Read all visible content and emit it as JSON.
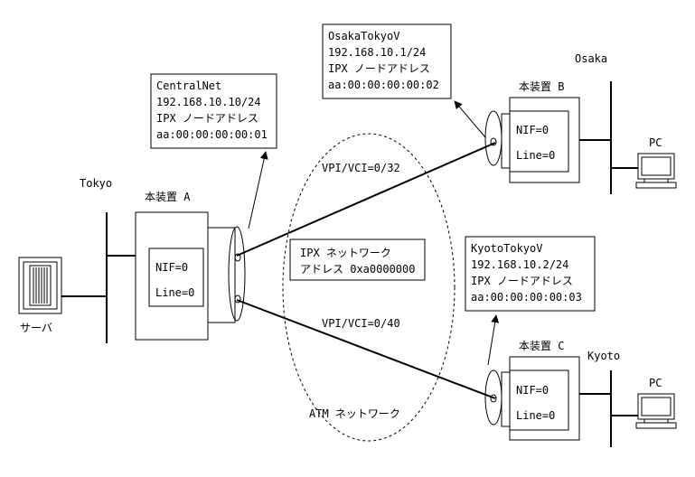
{
  "colors": {
    "line": "#000000",
    "background": "#ffffff"
  },
  "sites": {
    "tokyo": "Tokyo",
    "osaka": "Osaka",
    "kyoto": "Kyoto"
  },
  "devices": {
    "a": {
      "name": "本装置 A",
      "nif": "NIF=0",
      "line": "Line=0"
    },
    "b": {
      "name": "本装置 B",
      "nif": "NIF=0",
      "line": "Line=0"
    },
    "c": {
      "name": "本装置 C",
      "nif": "NIF=0",
      "line": "Line=0"
    }
  },
  "server": {
    "label": "サーバ",
    "icon": "server-icon"
  },
  "pcs": {
    "osaka": {
      "label": "PC",
      "icon": "pc-icon"
    },
    "kyoto": {
      "label": "PC",
      "icon": "pc-icon"
    }
  },
  "nodes": {
    "central": {
      "name": "CentralNet",
      "ip": "192.168.10.10/24",
      "ipx_label": "IPX ノードアドレス",
      "ipx_addr": "aa:00:00:00:00:01"
    },
    "osaka": {
      "name": "OsakaTokyoV",
      "ip": "192.168.10.1/24",
      "ipx_label": "IPX ノードアドレス",
      "ipx_addr": "aa:00:00:00:00:02"
    },
    "kyoto": {
      "name": "KyotoTokyoV",
      "ip": "192.168.10.2/24",
      "ipx_label": "IPX ノードアドレス",
      "ipx_addr": "aa:00:00:00:00:03"
    }
  },
  "links": {
    "a_to_b": "VPI/VCI=0/32",
    "a_to_c": "VPI/VCI=0/40"
  },
  "network": {
    "ipx_line1": "IPX ネットワーク",
    "ipx_line2": "アドレス 0xa0000000",
    "atm_label": "ATM ネットワーク"
  }
}
